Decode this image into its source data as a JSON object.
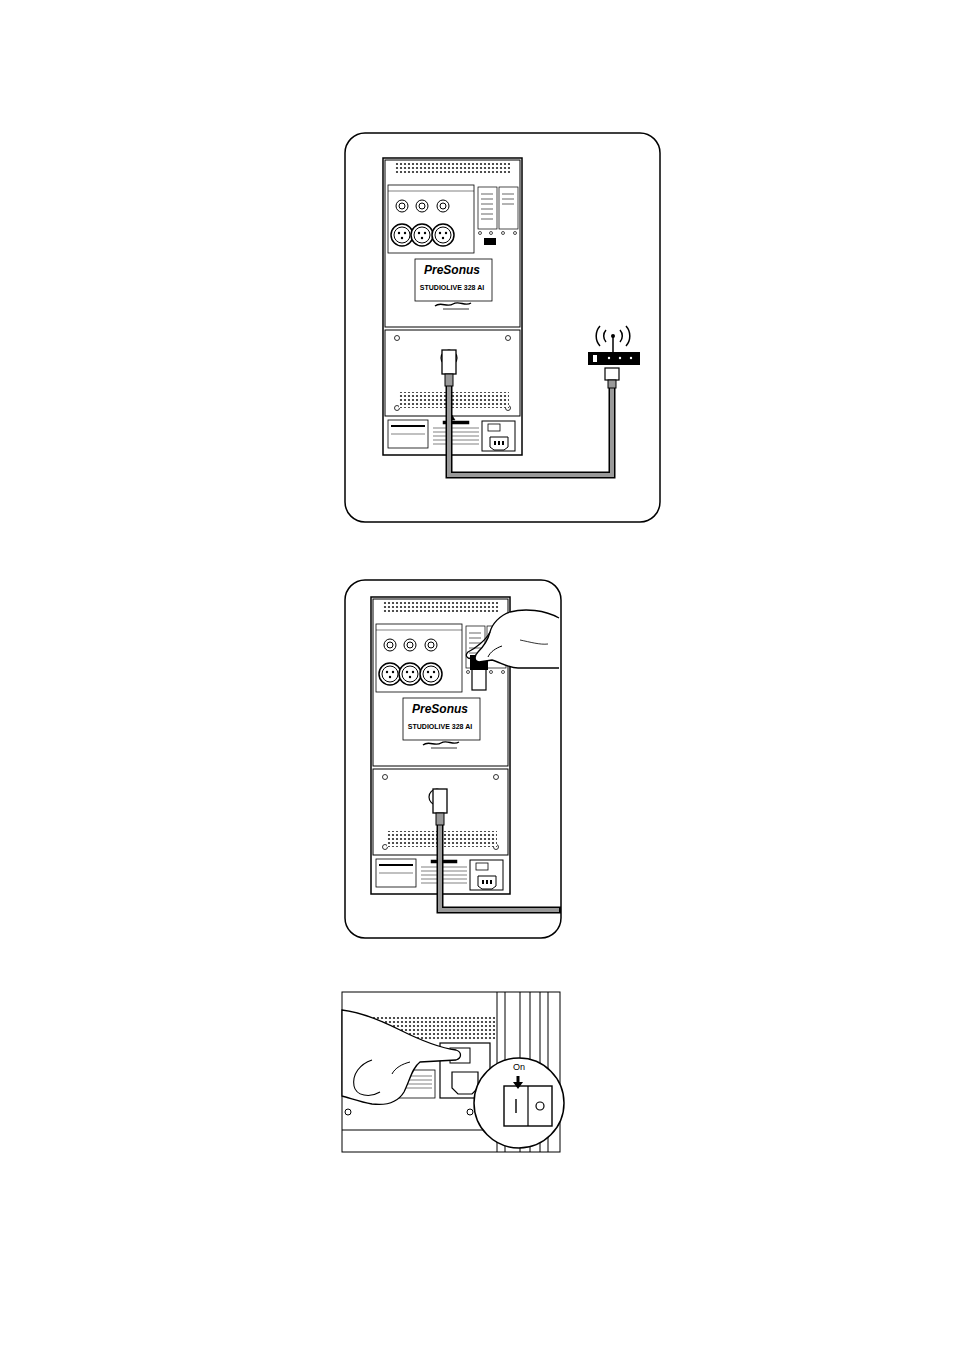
{
  "diagram": {
    "labels": [
      "PreSonus",
      "STUDIOLIVE 328 AI",
      "PreSonus",
      "STUDIOLIVE 328 AI",
      "On"
    ]
  }
}
